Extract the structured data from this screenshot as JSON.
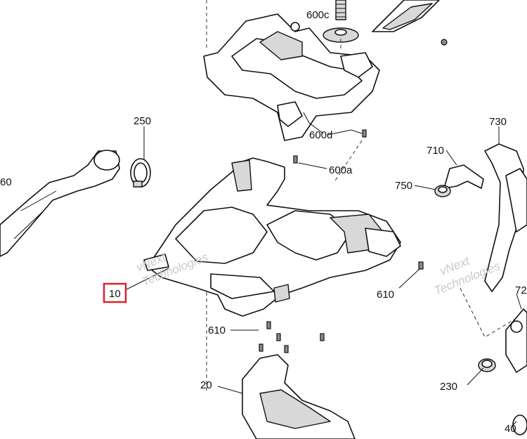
{
  "highlight_color": "#e0202a",
  "labels": {
    "p600c": "600c",
    "p250": "250",
    "p60": "60",
    "p600d": "600d",
    "p600a": "600a",
    "p730": "730",
    "p710": "710",
    "p750": "750",
    "p10": "10",
    "p610_right": "610",
    "p72": "72",
    "p610_left": "610",
    "p20": "20",
    "p230": "230",
    "p40": "40"
  },
  "watermarks": {
    "left_line1": "vNext",
    "left_line2": "Technologies",
    "right_line1": "vNext",
    "right_line2": "Technologies"
  }
}
